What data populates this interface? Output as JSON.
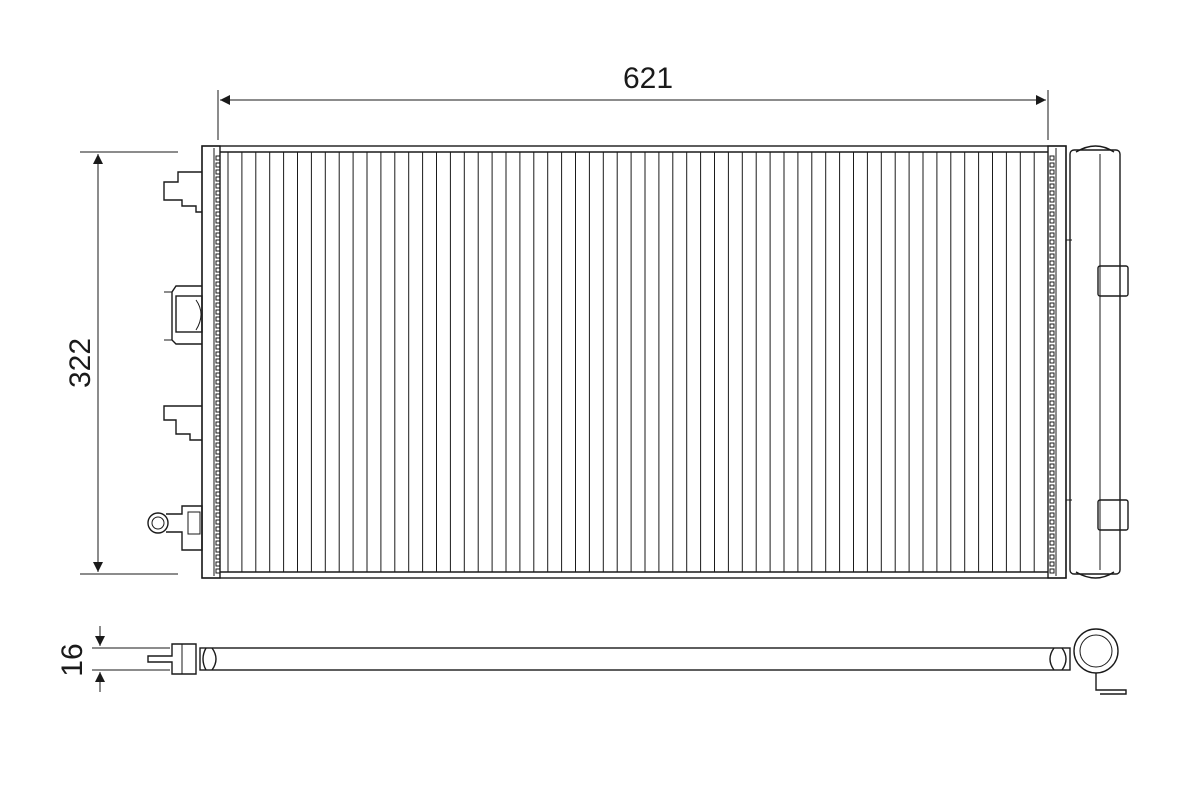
{
  "dimensions": {
    "width_label": "621",
    "height_label": "322",
    "thickness_label": "16"
  },
  "colors": {
    "line": "#1a1a1a",
    "background": "#ffffff"
  }
}
